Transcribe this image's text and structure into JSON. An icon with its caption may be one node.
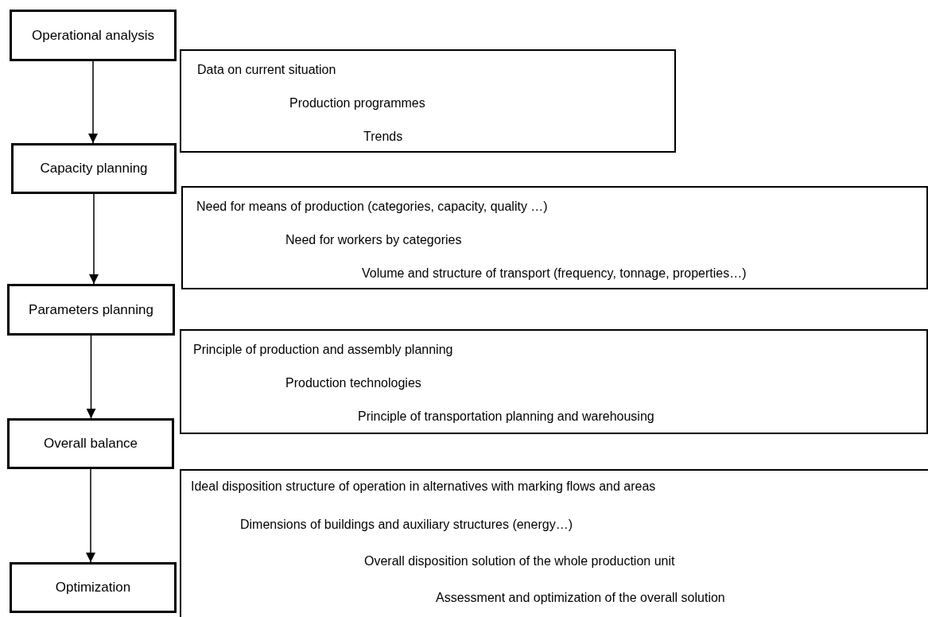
{
  "diagram": {
    "nodes": [
      {
        "text": [
          "Operational analysis"
        ]
      },
      {
        "text": [
          "Data on current situation",
          "Production programmes",
          "Trends"
        ]
      },
      {
        "text": [
          "Capacity planning"
        ]
      },
      {
        "text": [
          "Need for means of production (categories, capacity, quality …)",
          "Need for workers by categories",
          "Volume and structure of transport (frequency, tonnage, properties…)"
        ]
      },
      {
        "text": [
          "Parameters planning"
        ]
      },
      {
        "text": [
          "Principle of production and assembly planning",
          "Production technologies",
          "Principle of transportation planning and warehousing"
        ]
      },
      {
        "text": [
          "Overall balance"
        ]
      },
      {
        "text": [
          "Ideal disposition structure of operation in alternatives with marking flows and areas",
          "Dimensions of buildings and auxiliary structures (energy…)",
          "Overall disposition solution of the whole production unit",
          "Assessment and optimization of the overall solution"
        ]
      },
      {
        "text": [
          "Optimization"
        ]
      }
    ],
    "edges": [
      {
        "from": 0,
        "to": 2,
        "arrow": "to"
      },
      {
        "from": 2,
        "to": 4,
        "arrow": "to"
      },
      {
        "from": 4,
        "to": 6,
        "arrow": "to"
      },
      {
        "from": 6,
        "to": 8,
        "arrow": "to"
      }
    ]
  }
}
